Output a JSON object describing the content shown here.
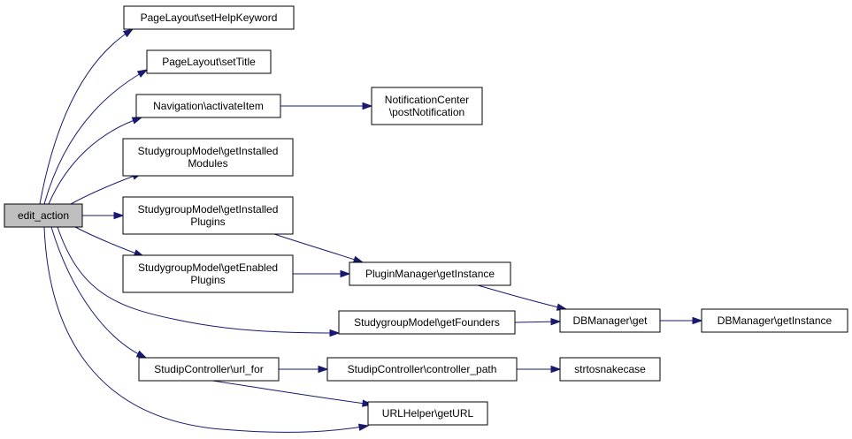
{
  "graph": {
    "colors": {
      "edge": "#191970",
      "node_border": "#000000",
      "root_fill": "#bfbfbf",
      "node_fill": "#ffffff"
    },
    "nodes": {
      "edit_action": [
        "edit_action"
      ],
      "setHelpKeyword": [
        "PageLayout\\setHelpKeyword"
      ],
      "setTitle": [
        "PageLayout\\setTitle"
      ],
      "activateItem": [
        "Navigation\\activateItem"
      ],
      "postNotification": [
        "NotificationCenter",
        "\\postNotification"
      ],
      "getInstalledModules": [
        "StudygroupModel\\getInstalled",
        "Modules"
      ],
      "getInstalledPlugins": [
        "StudygroupModel\\getInstalled",
        "Plugins"
      ],
      "getEnabledPlugins": [
        "StudygroupModel\\getEnabled",
        "Plugins"
      ],
      "pm_getInstance": [
        "PluginManager\\getInstance"
      ],
      "getFounders": [
        "StudygroupModel\\getFounders"
      ],
      "db_get": [
        "DBManager\\get"
      ],
      "db_getInstance": [
        "DBManager\\getInstance"
      ],
      "url_for": [
        "StudipController\\url_for"
      ],
      "controller_path": [
        "StudipController\\controller_path"
      ],
      "strtosnakecase": [
        "strtosnakecase"
      ],
      "getURL": [
        "URLHelper\\getURL"
      ]
    },
    "edges": [
      [
        "edit_action",
        "setHelpKeyword"
      ],
      [
        "edit_action",
        "setTitle"
      ],
      [
        "edit_action",
        "activateItem"
      ],
      [
        "activateItem",
        "postNotification"
      ],
      [
        "edit_action",
        "getInstalledModules"
      ],
      [
        "edit_action",
        "getInstalledPlugins"
      ],
      [
        "edit_action",
        "getEnabledPlugins"
      ],
      [
        "getInstalledPlugins",
        "pm_getInstance"
      ],
      [
        "getEnabledPlugins",
        "pm_getInstance"
      ],
      [
        "pm_getInstance",
        "db_get"
      ],
      [
        "edit_action",
        "getFounders"
      ],
      [
        "getFounders",
        "db_get"
      ],
      [
        "db_get",
        "db_getInstance"
      ],
      [
        "edit_action",
        "url_for"
      ],
      [
        "url_for",
        "controller_path"
      ],
      [
        "controller_path",
        "strtosnakecase"
      ],
      [
        "url_for",
        "getURL"
      ],
      [
        "edit_action",
        "getURL"
      ]
    ]
  }
}
